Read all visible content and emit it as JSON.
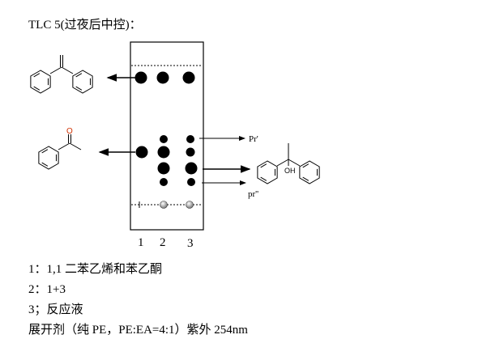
{
  "title": "TLC 5(过夜后中控)：",
  "plate": {
    "lane_labels": [
      "1",
      "2",
      "3"
    ],
    "product_labels": {
      "upper": "Pr'",
      "lower": "pr''",
      "oh": "OH",
      "carbonyl_o": "O"
    }
  },
  "legend": [
    "1：1,1 二苯乙烯和苯乙酮",
    "2：1+3",
    "3；反应液",
    "展开剂（纯 PE，PE:EA=4:1）紫外 254nm"
  ],
  "colors": {
    "oxygen": "#d03000",
    "spot": "#000000"
  }
}
